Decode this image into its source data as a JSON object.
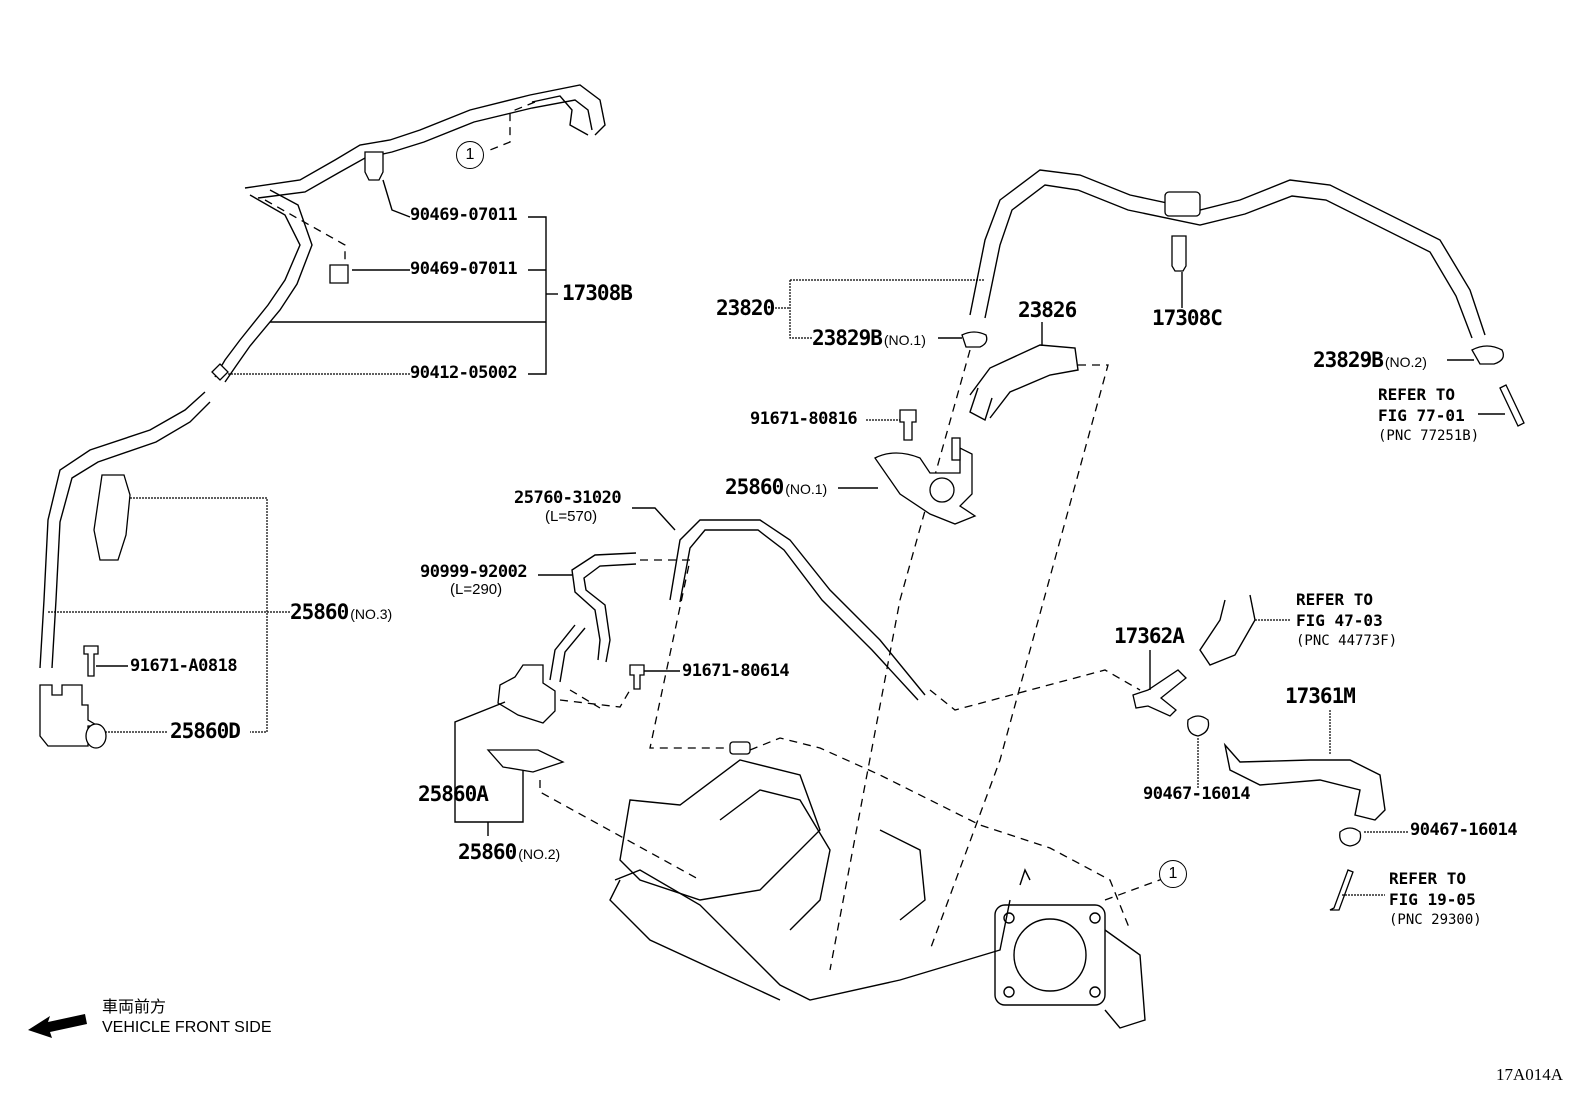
{
  "figure_id": "17A014A",
  "direction": {
    "label_jp": "車両前方",
    "label_en": "VEHICLE FRONT SIDE",
    "icon": "arrow-left-down-icon"
  },
  "callout": {
    "number": "1"
  },
  "groups": {
    "g17308B": {
      "assembly": "17308B",
      "items": [
        "90469-07011",
        "90469-07011",
        "90412-05002"
      ]
    },
    "g23820": {
      "assembly": "23820",
      "items": [
        {
          "part": "23829B",
          "suffix": "(NO.1)"
        }
      ]
    },
    "g25860_no3": {
      "assembly": "25860",
      "suffix": "(NO.3)",
      "items": [
        "25860D"
      ]
    },
    "g25860_no2": {
      "assembly": "25860",
      "suffix": "(NO.2)",
      "items": [
        "25860A"
      ]
    }
  },
  "parts": {
    "p23826": "23826",
    "p17308C": "17308C",
    "p23829B_no2": {
      "part": "23829B",
      "suffix": "(NO.2)"
    },
    "p91671_80816": "91671-80816",
    "p25860_no1": {
      "part": "25860",
      "suffix": "(NO.1)"
    },
    "p25760": {
      "part": "25760-31020",
      "length": "(L=570)"
    },
    "p90999": {
      "part": "90999-92002",
      "length": "(L=290)"
    },
    "p91671_80614": "91671-80614",
    "p91671_A0818": "91671-A0818",
    "p17362A": "17362A",
    "p17361M": "17361M",
    "p90467_a": "90467-16014",
    "p90467_b": "90467-16014"
  },
  "references": [
    {
      "line1": "REFER TO",
      "line2": "FIG 77-01",
      "line3": "(PNC 77251B)"
    },
    {
      "line1": "REFER TO",
      "line2": "FIG 47-03",
      "line3": "(PNC 44773F)"
    },
    {
      "line1": "REFER TO",
      "line2": "FIG 19-05",
      "line3": "(PNC 29300)"
    }
  ]
}
